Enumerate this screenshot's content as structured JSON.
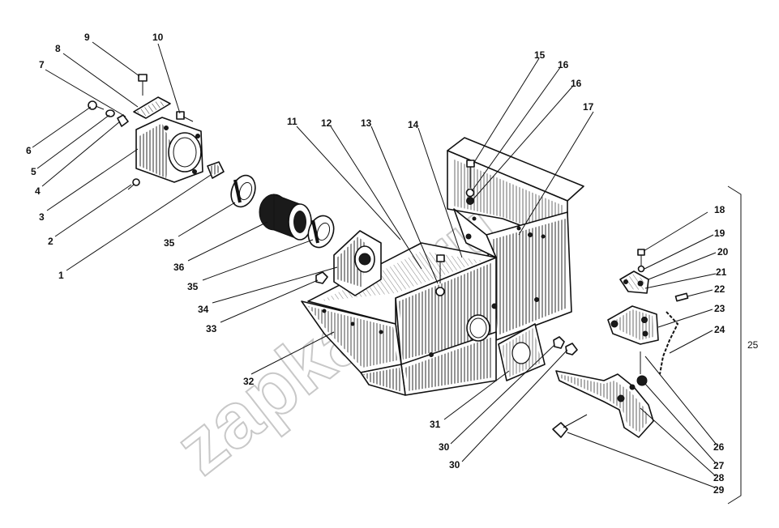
{
  "watermark": "zapkam.ru",
  "group_label": "25",
  "labels": {
    "l1": "1",
    "l2": "2",
    "l3": "3",
    "l4": "4",
    "l5": "5",
    "l6": "6",
    "l7": "7",
    "l8": "8",
    "l9": "9",
    "l10": "10",
    "l11": "11",
    "l12": "12",
    "l13": "13",
    "l14": "14",
    "l15": "15",
    "l16a": "16",
    "l16b": "16",
    "l17": "17",
    "l18": "18",
    "l19": "19",
    "l20": "20",
    "l21": "21",
    "l22": "22",
    "l23": "23",
    "l24": "24",
    "l26": "26",
    "l27": "27",
    "l28": "28",
    "l29": "29",
    "l30a": "30",
    "l30b": "30",
    "l31": "31",
    "l32": "32",
    "l33": "33",
    "l34": "34",
    "l35a": "35",
    "l35b": "35",
    "l36": "36"
  }
}
